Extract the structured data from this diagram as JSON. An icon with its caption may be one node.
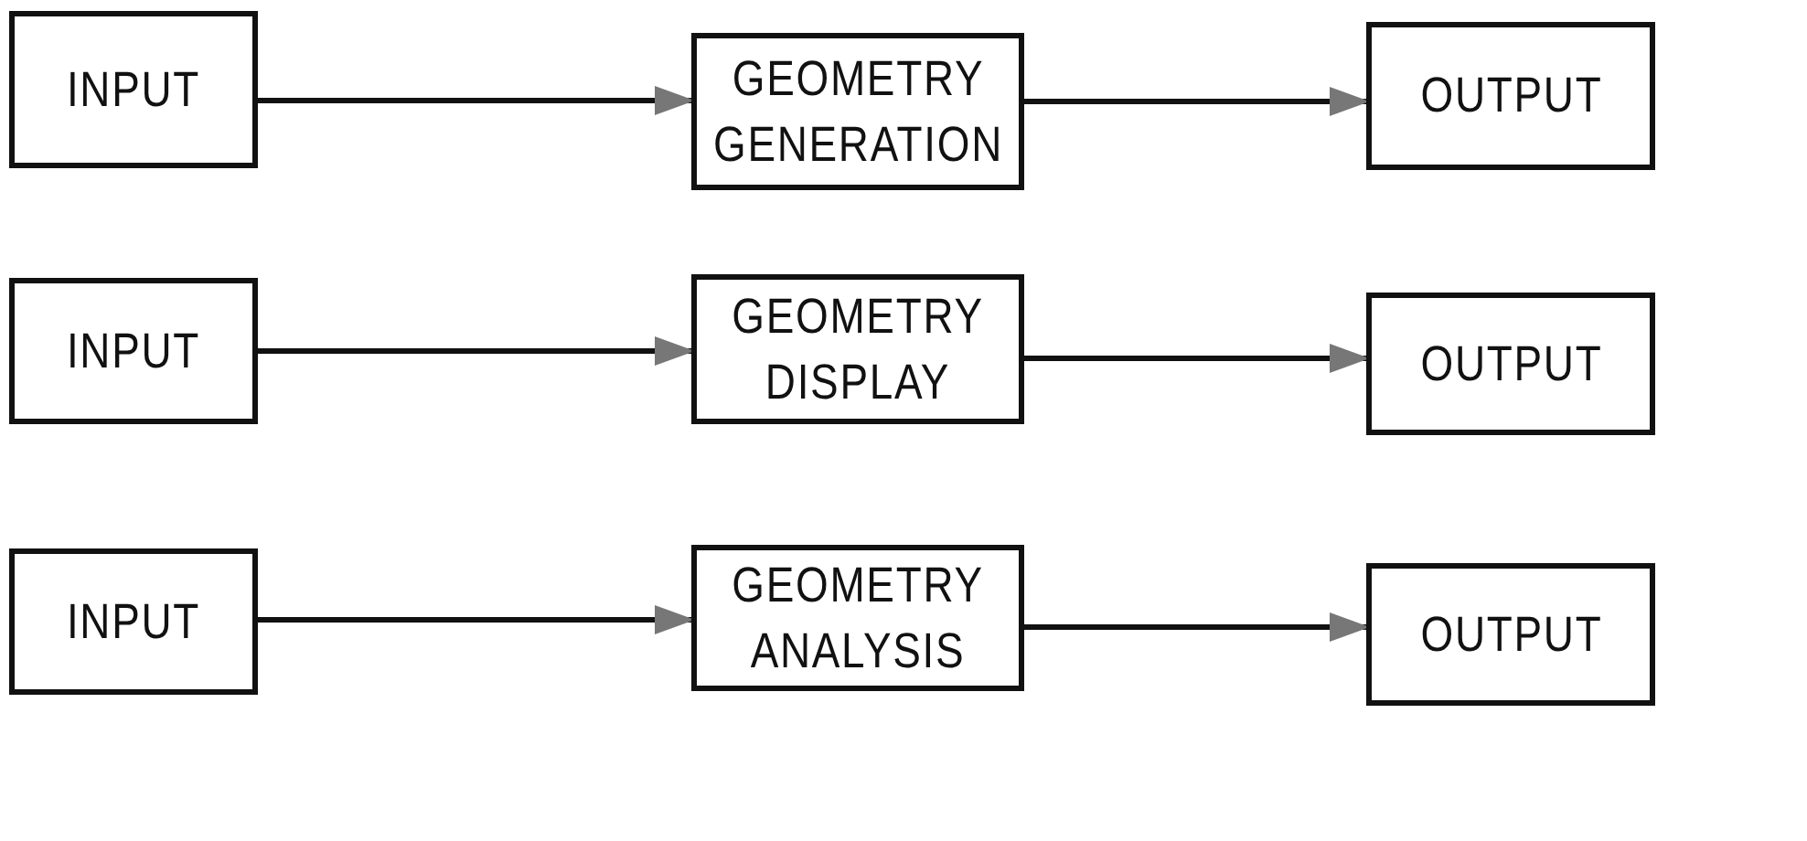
{
  "diagram": {
    "nodes": [
      {
        "text": [
          "INPUT"
        ]
      },
      {
        "text": [
          "GEOMETRY GENERATION"
        ]
      },
      {
        "text": [
          "OUTPUT"
        ]
      },
      {
        "text": [
          "INPUT"
        ]
      },
      {
        "text": [
          "GEOMETRY DISPLAY"
        ]
      },
      {
        "text": [
          "OUTPUT"
        ]
      },
      {
        "text": [
          "INPUT"
        ]
      },
      {
        "text": [
          "GEOMETRY ANALYSIS"
        ]
      },
      {
        "text": [
          "OUTPUT"
        ]
      }
    ],
    "edges": [
      {
        "from": 0,
        "to": 1,
        "arrow": "to"
      },
      {
        "from": 1,
        "to": 2,
        "arrow": "to"
      },
      {
        "from": 3,
        "to": 4,
        "arrow": "to"
      },
      {
        "from": 4,
        "to": 5,
        "arrow": "to"
      },
      {
        "from": 6,
        "to": 7,
        "arrow": "to"
      },
      {
        "from": 7,
        "to": 8,
        "arrow": "to"
      }
    ]
  }
}
